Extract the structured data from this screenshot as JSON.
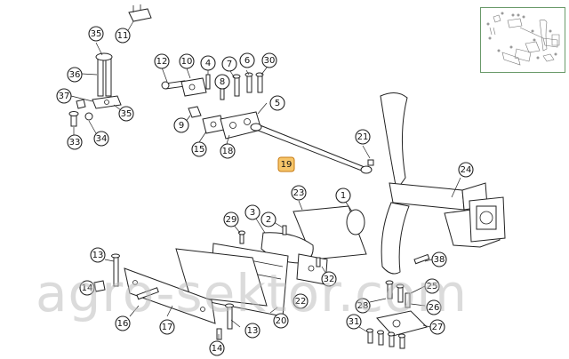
{
  "diagram": {
    "callouts": [
      "11",
      "35",
      "36",
      "37",
      "35",
      "33",
      "34",
      "12",
      "10",
      "4",
      "7",
      "6",
      "30",
      "8",
      "5",
      "9",
      "15",
      "18",
      "21",
      "19",
      "24",
      "23",
      "1",
      "29",
      "3",
      "2",
      "13",
      "14",
      "16",
      "17",
      "22",
      "32",
      "20",
      "13",
      "14",
      "38",
      "25",
      "28",
      "26",
      "31",
      "27"
    ],
    "highlighted_callout": "19"
  },
  "watermark": {
    "text": "agro-sektor.com"
  },
  "thumbnail": {
    "label": "overview thumbnail"
  }
}
